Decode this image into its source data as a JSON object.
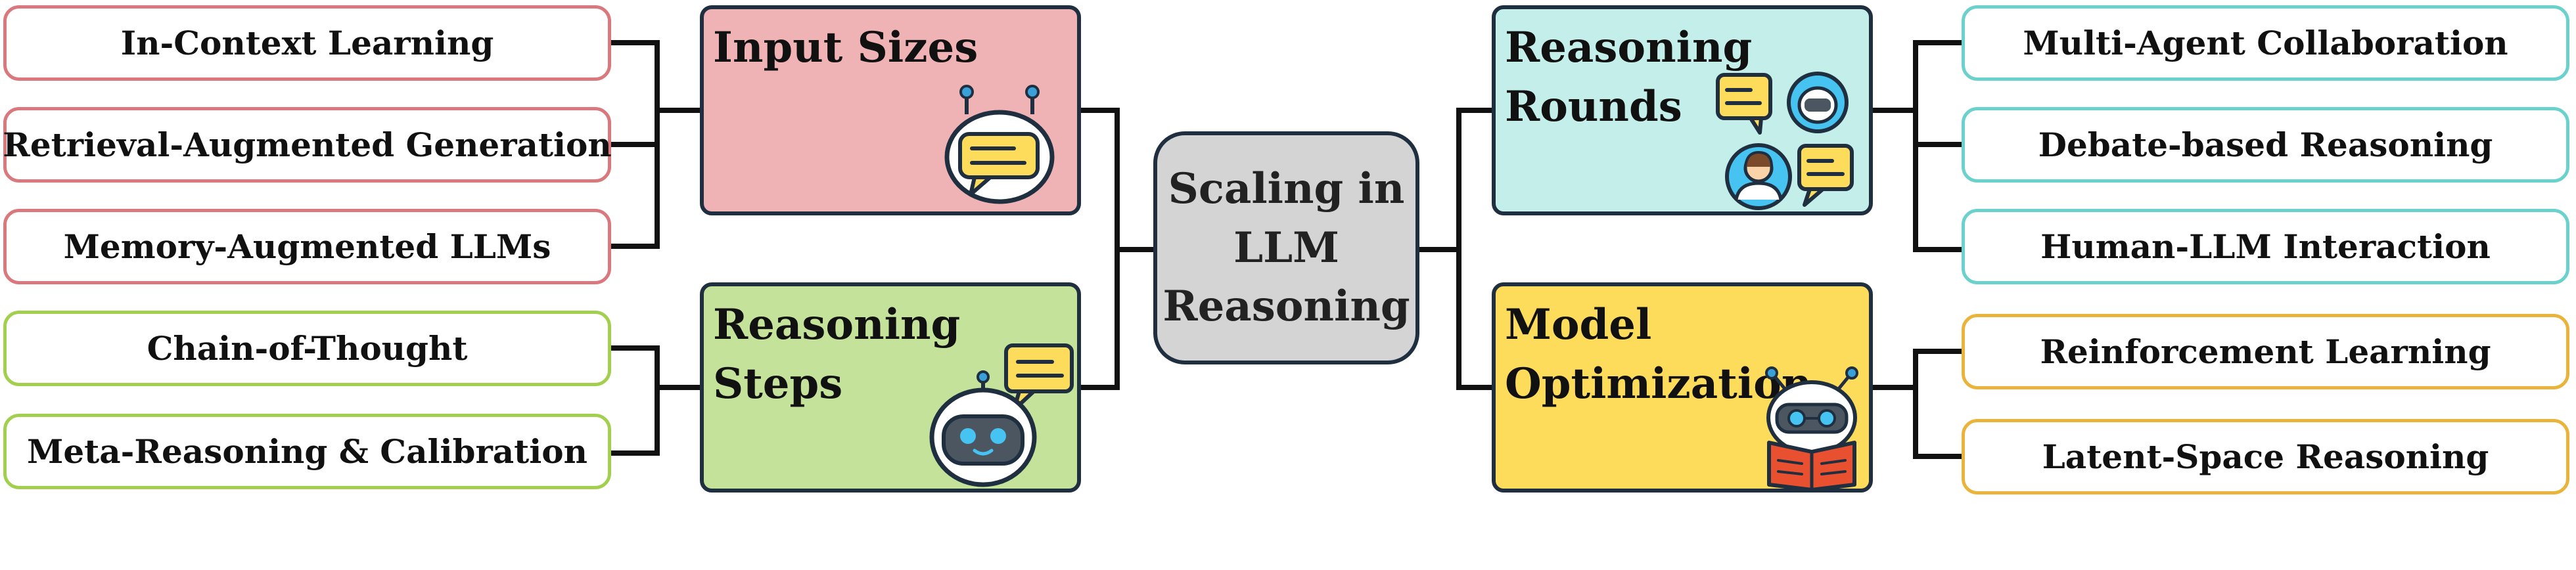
{
  "colors": {
    "red": "#d9787d",
    "red_fill": "#efb3b5",
    "green": "#a3cf4e",
    "green_fill": "#c5e29a",
    "teal": "#6ad1cc",
    "teal_fill": "#c3eeea",
    "gold": "#eab43c",
    "gold_fill": "#fedc5b",
    "line": "#111111",
    "border": "#1f2f3f"
  },
  "center": {
    "label": "Scaling in\nLLM\nReasoning"
  },
  "categories": {
    "input_sizes": "Input Sizes",
    "reasoning_steps": "Reasoning\nSteps",
    "reasoning_rounds": "Reasoning\nRounds",
    "model_optimization": "Model\nOptimization"
  },
  "leaves": {
    "input_sizes": [
      "In-Context Learning",
      "Retrieval-Augmented Generation",
      "Memory-Augmented LLMs"
    ],
    "reasoning_steps": [
      "Chain-of-Thought",
      "Meta-Reasoning & Calibration"
    ],
    "reasoning_rounds": [
      "Multi-Agent Collaboration",
      "Debate-based Reasoning",
      "Human-LLM Interaction"
    ],
    "model_optimization": [
      "Reinforcement Learning",
      "Latent-Space Reasoning"
    ]
  },
  "icons": {
    "input_sizes": "robot-chat-icon",
    "reasoning_steps": "robot-chat-icon",
    "reasoning_rounds": "human-robot-conversation-icon",
    "model_optimization": "robot-reading-book-icon"
  }
}
